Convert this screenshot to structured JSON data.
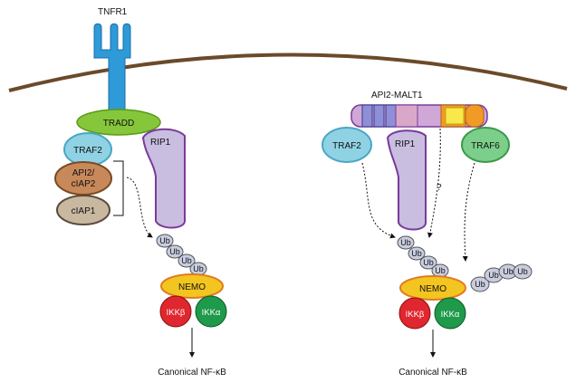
{
  "diagram": {
    "receptor_label": "TNFR1",
    "fusion_label": "API2-MALT1",
    "left": {
      "tradd": "TRADD",
      "traf2": "TRAF2",
      "api2_line1": "API2/",
      "api2_line2": "cIAP2",
      "ciap1": "cIAP1",
      "rip1": "RIP1",
      "ub": [
        "Ub",
        "Ub",
        "Ub",
        "Ub"
      ],
      "nemo": "NEMO",
      "ikkb": "IKKβ",
      "ikka": "IKKα",
      "output": "Canonical NF-κB"
    },
    "right": {
      "traf2": "TRAF2",
      "rip1": "RIP1",
      "traf6": "TRAF6",
      "question": "?",
      "ub_chain_rip": [
        "Ub",
        "Ub",
        "Ub",
        "Ub"
      ],
      "ub_chain_nemo": [
        "Ub",
        "Ub",
        "Ub",
        "Ub"
      ],
      "nemo": "NEMO",
      "ikkb": "IKKβ",
      "ikka": "IKKα",
      "output": "Canonical NF-κB"
    }
  },
  "colors": {
    "membrane": "#6b4a2a",
    "receptor": "#2e9ad8",
    "tradd": "#86c63a",
    "traf2": "#8fd2e4",
    "api2": "#c8895a",
    "ciap1": "#c8b8a0",
    "rip1": "#c9bde0",
    "rip1_stroke": "#7b3a9a",
    "ub": "#c9cde0",
    "nemo": "#f3c520",
    "nemo_stroke": "#e07a20",
    "ikkb": "#e0262e",
    "ikka": "#1e9a4a",
    "traf6": "#7ccf8a",
    "fusion_purple": "#cfa8d8",
    "fusion_blue": "#8f8fd8",
    "fusion_pink": "#d9a8c8",
    "fusion_orange": "#f29a26",
    "fusion_yellow": "#f8e84a"
  }
}
